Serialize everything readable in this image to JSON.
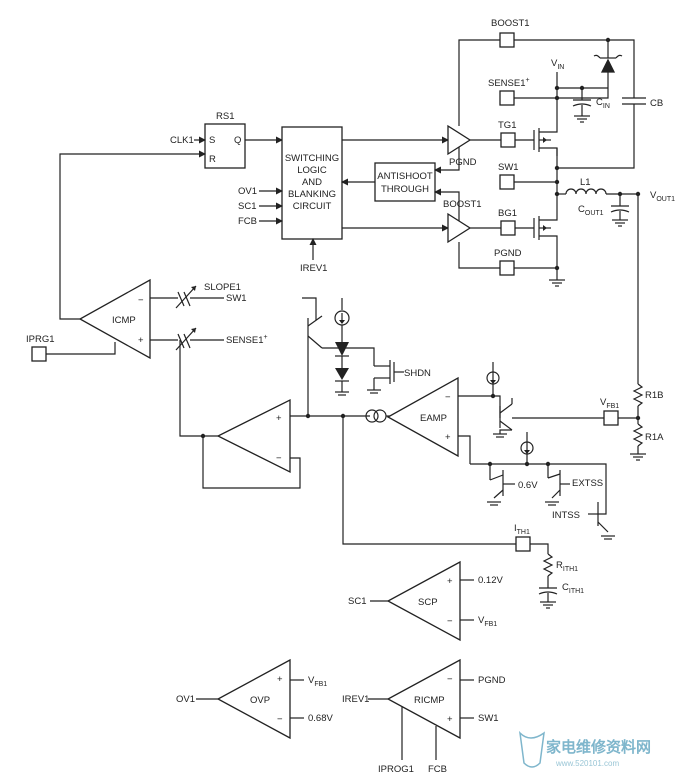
{
  "colors": {
    "ink": "#222222",
    "watermark": "#7fb6cc"
  },
  "blocks": {
    "logic": [
      "SWITCHING",
      "LOGIC",
      "AND",
      "BLANKING",
      "CIRCUIT"
    ],
    "antishoot": [
      "ANTISHOOT",
      "THROUGH"
    ],
    "rs1": {
      "name": "RS1",
      "s": "S",
      "q": "Q",
      "r": "R"
    },
    "icmp": "ICMP",
    "eamp": "EAMP",
    "scp": "SCP",
    "ovp": "OVP",
    "ricmp": "RICMP"
  },
  "labels": {
    "clk1": "CLK1",
    "ov1": "OV1",
    "sc1": "SC1",
    "fcb": "FCB",
    "irev1": "IREV1",
    "boost1_top": "BOOST1",
    "vin": "V",
    "vin_sub": "IN",
    "sense1p": "SENSE1",
    "sense1p_sup": "+",
    "cin": "C",
    "cin_sub": "IN",
    "cb": "CB",
    "tg1": "TG1",
    "pgnd_drv": "PGND",
    "sw1": "SW1",
    "l1": "L1",
    "vout": "V",
    "vout_sub": "OUT1",
    "cout": "C",
    "cout_sub": "OUT1",
    "boost1_mid": "BOOST1",
    "bg1": "BG1",
    "pgnd": "PGND",
    "slope1": "SLOPE1",
    "sw1_slope": "SW1",
    "sense1_ic": "SENSE1",
    "sense1_ic_sup": "+",
    "iprg1": "IPRG1",
    "shdn": "SHDN",
    "vfb1": "V",
    "vfb1_sub": "FB1",
    "r1b": "R1B",
    "r1a": "R1A",
    "v06": "0.6V",
    "extss": "EXTSS",
    "intss": "INTSS",
    "ith1": "I",
    "ith1_sub": "TH1",
    "rith1": "R",
    "rith1_sub": "ITH1",
    "cith1": "C",
    "cith1_sub": "ITH1",
    "sc1_scp": "SC1",
    "v012": "0.12V",
    "vfb1_scp": "V",
    "vfb1_scp_sub": "FB1",
    "ov1_ovp": "OV1",
    "vfb1_ovp": "V",
    "vfb1_ovp_sub": "FB1",
    "v068": "0.68V",
    "irev1_ricmp": "IREV1",
    "pgnd_ricmp": "PGND",
    "sw1_ricmp": "SW1",
    "iprog1": "IPROG1",
    "fcb_ricmp": "FCB",
    "plus": "+",
    "minus": "−"
  },
  "watermark": {
    "text": "家电维修资料网",
    "url": "www.520101.com"
  }
}
